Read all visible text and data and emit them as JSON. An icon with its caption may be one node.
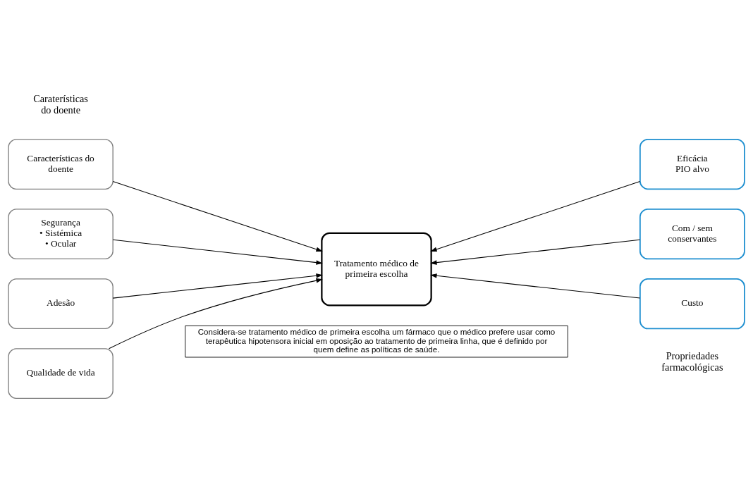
{
  "diagram": {
    "nodes": [
      {
        "text": [
          "Tratamento médico de primeira escolha"
        ]
      },
      {
        "text": [
          "Características do doente"
        ]
      },
      {
        "text": [
          "Segurança",
          "• Sistémica",
          "• Ocular"
        ]
      },
      {
        "text": [
          "Adesão"
        ]
      },
      {
        "text": [
          "Qualidade de vida"
        ]
      },
      {
        "text": [
          "Eficácia",
          "PIO alvo"
        ]
      },
      {
        "text": [
          "Com / sem conservantes"
        ]
      },
      {
        "text": [
          "Custo"
        ]
      },
      {
        "text": [
          "Considera-se tratamento médico de primeira escolha um fármaco que o médico prefere usar como terapêutica hipotensora inicial em oposição ao tratamento de primeira linha, que é definido por quem define as políticas de saúde."
        ]
      }
    ],
    "edges": [
      {
        "from": 1,
        "to": 0,
        "arrow": "to"
      },
      {
        "from": 2,
        "to": 0,
        "arrow": "to"
      },
      {
        "from": 3,
        "to": 0,
        "arrow": "to"
      },
      {
        "from": 4,
        "to": 0,
        "arrow": "to"
      },
      {
        "from": 5,
        "to": 0,
        "arrow": "to"
      },
      {
        "from": 6,
        "to": 0,
        "arrow": "to"
      },
      {
        "from": 7,
        "to": 0,
        "arrow": "to"
      }
    ],
    "labels": [
      "Caraterísticas do doente",
      "Propriedades farmacológicas"
    ]
  }
}
